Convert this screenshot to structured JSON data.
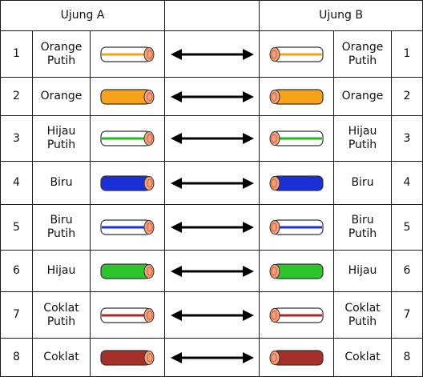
{
  "header": {
    "left": "Ujung A",
    "right": "Ujung B"
  },
  "rows": [
    {
      "num": "1",
      "label": "Orange\nPutih",
      "base": "#ffffff",
      "stripe": "#f7a21b"
    },
    {
      "num": "2",
      "label": "Orange",
      "base": "#f7a21b",
      "stripe": null
    },
    {
      "num": "3",
      "label": "Hijau\nPutih",
      "base": "#ffffff",
      "stripe": "#22bb22"
    },
    {
      "num": "4",
      "label": "Biru",
      "base": "#1b2fd8",
      "stripe": null
    },
    {
      "num": "5",
      "label": "Biru\nPutih",
      "base": "#ffffff",
      "stripe": "#1b2fd8"
    },
    {
      "num": "6",
      "label": "Hijau",
      "base": "#2dc42d",
      "stripe": null
    },
    {
      "num": "7",
      "label": "Coklat\nPutih",
      "base": "#ffffff",
      "stripe": "#a52a2a"
    },
    {
      "num": "8",
      "label": "Coklat",
      "base": "#a5302a",
      "stripe": null
    }
  ],
  "colors": {
    "core": "#f2a278",
    "coreRing": "#d7634a",
    "outline": "#333333",
    "arrow": "#000000"
  }
}
